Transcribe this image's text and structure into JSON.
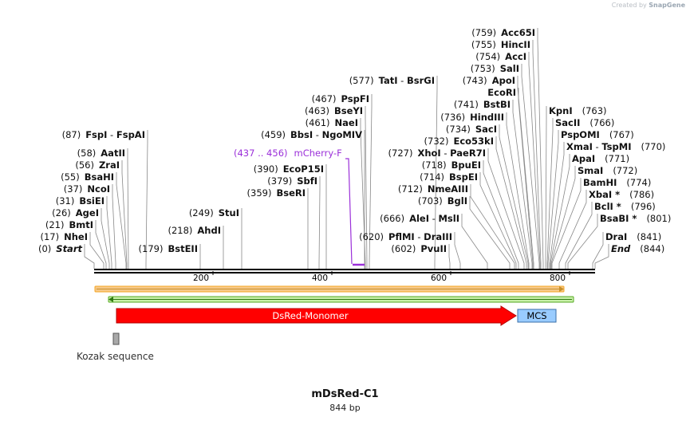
{
  "credit": {
    "text": "Created by",
    "brand": "SnapGene"
  },
  "plasmid": {
    "name": "mDsRed-C1",
    "length_label": "844 bp"
  },
  "ruler": {
    "ticks": [
      "200",
      "400",
      "600",
      "800"
    ]
  },
  "sites": [
    {
      "pos": "(0)",
      "name": "Start",
      "italic": true
    },
    {
      "pos": "(17)",
      "name": "NheI"
    },
    {
      "pos": "(21)",
      "name": "BmtI"
    },
    {
      "pos": "(26)",
      "name": "AgeI"
    },
    {
      "pos": "(31)",
      "name": "BsiEI"
    },
    {
      "pos": "(37)",
      "name": "NcoI"
    },
    {
      "pos": "(55)",
      "name": "BsaHI"
    },
    {
      "pos": "(56)",
      "name": "ZraI"
    },
    {
      "pos": "(58)",
      "name": "AatII"
    },
    {
      "pos": "(87)",
      "name": "FspI",
      "name2": "FspAI"
    },
    {
      "pos": "(179)",
      "name": "BstEII"
    },
    {
      "pos": "(218)",
      "name": "AhdI"
    },
    {
      "pos": "(249)",
      "name": "StuI"
    },
    {
      "pos": "(359)",
      "name": "BseRI"
    },
    {
      "pos": "(379)",
      "name": "SbfI"
    },
    {
      "pos": "(390)",
      "name": "EcoP15I"
    },
    {
      "pos": "(459)",
      "name": "BbsI",
      "name2": "NgoMIV"
    },
    {
      "pos": "(461)",
      "name": "NaeI"
    },
    {
      "pos": "(463)",
      "name": "BseYI"
    },
    {
      "pos": "(467)",
      "name": "PspFI"
    },
    {
      "pos": "(577)",
      "name": "TatI",
      "name2": "BsrGI"
    },
    {
      "pos": "(602)",
      "name": "PvuII"
    },
    {
      "pos": "(620)",
      "name": "PflMI",
      "name2": "DraIII"
    },
    {
      "pos": "(666)",
      "name": "AleI",
      "name2": "MslI"
    },
    {
      "pos": "(703)",
      "name": "BglI"
    },
    {
      "pos": "(712)",
      "name": "NmeAIII"
    },
    {
      "pos": "(714)",
      "name": "BspEI"
    },
    {
      "pos": "(718)",
      "name": "BpuEI"
    },
    {
      "pos": "(727)",
      "name": "XhoI",
      "name2": "PaeR7I"
    },
    {
      "pos": "(732)",
      "name": "Eco53kI"
    },
    {
      "pos": "(734)",
      "name": "SacI"
    },
    {
      "pos": "(736)",
      "name": "HindIII"
    },
    {
      "pos": "(741)",
      "name": "BstBI"
    },
    {
      "name": "EcoRI"
    },
    {
      "pos": "(743)",
      "name": "ApoI"
    },
    {
      "pos": "(753)",
      "name": "SalI"
    },
    {
      "pos": "(754)",
      "name": "AccI"
    },
    {
      "pos": "(755)",
      "name": "HincII"
    },
    {
      "pos": "(759)",
      "name": "Acc65I"
    },
    {
      "pos": "(763)",
      "name": "KpnI"
    },
    {
      "pos": "(766)",
      "name": "SacII"
    },
    {
      "pos": "(767)",
      "name": "PspOMI"
    },
    {
      "pos": "(770)",
      "name": "XmaI",
      "name2": "TspMI"
    },
    {
      "pos": "(771)",
      "name": "ApaI"
    },
    {
      "pos": "(772)",
      "name": "SmaI"
    },
    {
      "pos": "(774)",
      "name": "BamHI"
    },
    {
      "pos": "(786)",
      "name": "XbaI *"
    },
    {
      "pos": "(796)",
      "name": "BclI *"
    },
    {
      "pos": "(801)",
      "name": "BsaBI *"
    },
    {
      "pos": "(841)",
      "name": "DraI"
    },
    {
      "pos": "(844)",
      "name": "End",
      "italic": true
    }
  ],
  "primer": {
    "range": "(437 .. 456)",
    "name": "mCherry-F",
    "color": "#9b30d9"
  },
  "features": [
    {
      "name": "DsRed-Monomer",
      "color": "#ff0000",
      "border": "#b30000",
      "text_color": "#ffffff"
    },
    {
      "name": "MCS",
      "color": "#99ccff",
      "border": "#3a6fa8",
      "text_color": "#000000"
    },
    {
      "name": "Kozak sequence",
      "color": "#a9a9a9",
      "border": "#555555"
    }
  ],
  "colors": {
    "orf_forward": "#f5a623",
    "orf_reverse": "#55aa22"
  }
}
